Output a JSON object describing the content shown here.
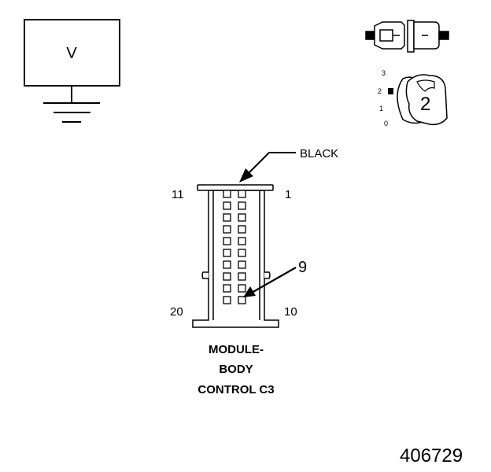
{
  "meter": {
    "label": "V"
  },
  "key_switch": {
    "positions": [
      "3",
      "2",
      "1",
      "0"
    ],
    "selected": "2"
  },
  "connector": {
    "color_label": "BLACK",
    "pin_top_left": "11",
    "pin_top_right": "1",
    "pin_bottom_left": "20",
    "pin_bottom_right": "10",
    "probed_pin": "9",
    "title_line1": "MODULE-",
    "title_line2": "BODY",
    "title_line3": "CONTROL C3"
  },
  "figure_number": "406729"
}
